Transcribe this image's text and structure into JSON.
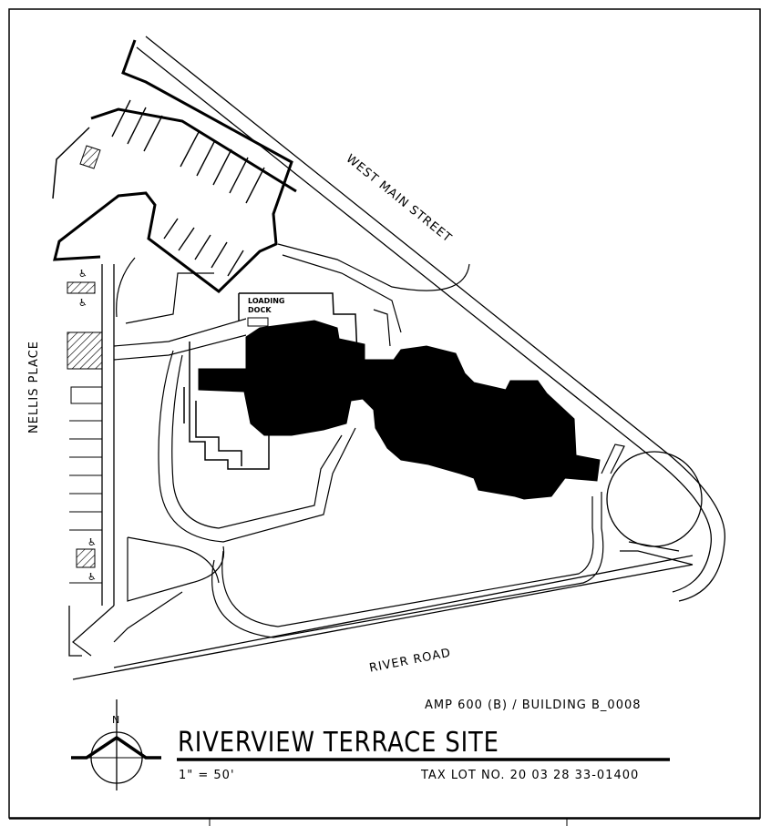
{
  "streets": {
    "west_main": "WEST MAIN STREET",
    "nellis": "NELLIS PLACE",
    "river": "RIVER ROAD"
  },
  "loading_dock": [
    "LOADING",
    "DOCK"
  ],
  "north_arrow": "N",
  "title": "RIVERVIEW TERRACE SITE",
  "scale": "1\" = 50'",
  "building_ref": "AMP 600 (B) / BUILDING B_0008",
  "tax_lot": "TAX LOT NO. 20 03 28 33-01400",
  "accessible_parking_icons": [
    "wheelchair-icon",
    "wheelchair-icon",
    "wheelchair-icon",
    "wheelchair-icon"
  ],
  "colors": {
    "ink": "#000000",
    "paper": "#ffffff"
  }
}
